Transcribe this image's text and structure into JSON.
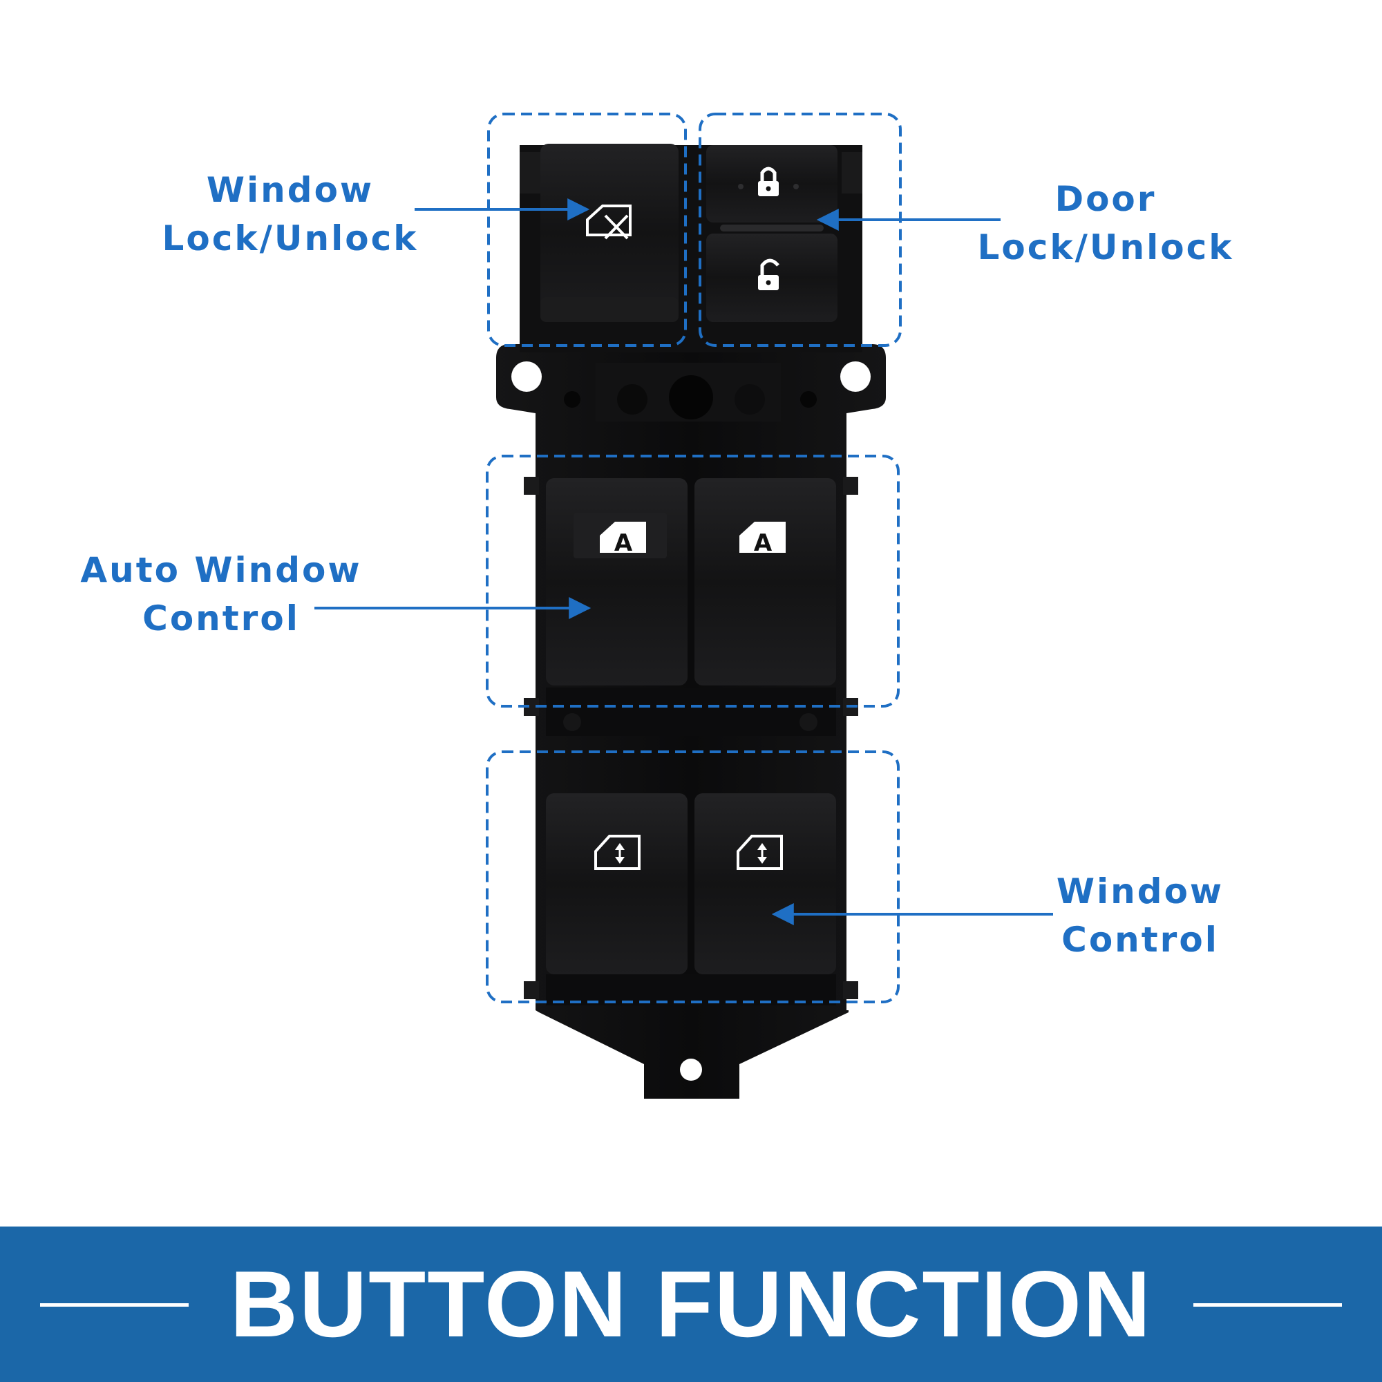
{
  "labels": {
    "window_lock": [
      "Window",
      "Lock/Unlock"
    ],
    "door_lock": [
      "Door",
      "Lock/Unlock"
    ],
    "auto_window": [
      "Auto Window",
      "Control"
    ],
    "window_control": [
      "Window",
      "Control"
    ]
  },
  "banner": {
    "title": "BUTTON FUNCTION"
  },
  "icons": {
    "window_lock": "window-lock-icon",
    "lock": "padlock-closed-icon",
    "unlock": "padlock-open-icon",
    "auto_window": "auto-window-icon",
    "window_updown": "window-updown-icon"
  },
  "colors": {
    "accent": "#1f6fc4",
    "banner": "#1b67a8",
    "switch_body": "#0e0e0f",
    "button": "#151516"
  }
}
